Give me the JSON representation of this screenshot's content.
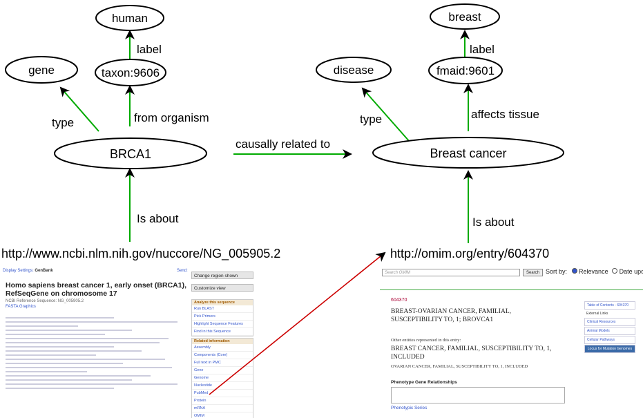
{
  "nodes": {
    "human": "human",
    "gene": "gene",
    "taxon": "taxon:9606",
    "brca1": "BRCA1",
    "breast": "breast",
    "disease": "disease",
    "fmaid": "fmaid:9601",
    "breast_cancer": "Breast cancer"
  },
  "edges": {
    "label_left": "label",
    "type_left": "type",
    "from_organism": "from organism",
    "causally_related": "causally related to",
    "label_right": "label",
    "type_right": "type",
    "affects_tissue": "affects tissue",
    "is_about_left": "Is about",
    "is_about_right": "Is about"
  },
  "colors": {
    "green": "#00aa00",
    "red": "#cc0000",
    "black": "#000000"
  },
  "urls": {
    "left": "http://www.ncbi.nlm.nih.gov/nuccore/NG_005905.2",
    "right": "http://omim.org/entry/604370"
  },
  "ncbi": {
    "display_settings": "Display Settings:",
    "format": "GenBank",
    "send": "Send:",
    "title": "Homo sapiens breast cancer 1, early onset (BRCA1), RefSeqGene on chromosome 17",
    "refseq": "NCBI Reference Sequence: NG_005905.2",
    "links": "FASTA   Graphics",
    "panel_change_region": "Change region shown",
    "panel_customize": "Customize view",
    "analyze_header": "Analyze this sequence",
    "analyze_items": [
      "Run BLAST",
      "Pick Primers",
      "Highlight Sequence Features",
      "Find in this Sequence"
    ],
    "related_header": "Related information",
    "related_items": [
      "Assembly",
      "Components (Core)",
      "Full text in PMC",
      "Gene",
      "Genome",
      "Nucleotide",
      "PubMed",
      "Protein",
      "mRNA",
      "OMIM"
    ]
  },
  "omim": {
    "search_placeholder": "Search OMIM",
    "search_button": "Search",
    "sort_by": "Sort by:",
    "relevance": "Relevance",
    "date_updated": "Date updated",
    "entry_id": "604370",
    "heading": "BREAST-OVARIAN CANCER, FAMILIAL, SUSCEPTIBILITY TO, 1; BROVCA1",
    "other_entities": "Other entities represented in this entry:",
    "heading2": "BREAST CANCER, FAMILIAL, SUSCEPTIBILITY TO, 1, INCLUDED",
    "heading3": "OVARIAN CANCER, FAMILIAL, SUSCEPTIBILITY TO, 1, INCLUDED",
    "side_items": [
      "Table of Contents - 604370",
      "External Links",
      "Clinical Resources",
      "Animal Models",
      "Cellular Pathways",
      "Locus for Mutation Genomes"
    ],
    "pheno_header": "Phenotype Gene Relationships",
    "pheno_series": "Phenotypic Series"
  }
}
